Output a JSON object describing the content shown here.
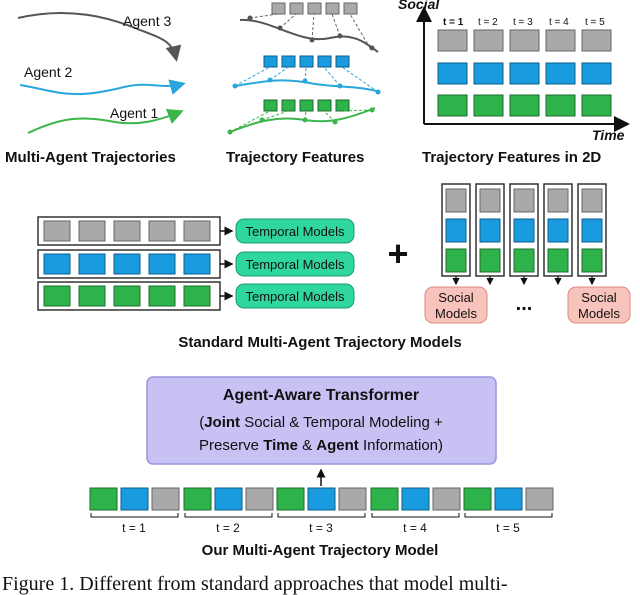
{
  "top": {
    "agents": [
      "Agent 3",
      "Agent 2",
      "Agent 1"
    ],
    "caption_trajectories": "Multi-Agent Trajectories",
    "caption_features": "Trajectory Features",
    "caption_2d": "Trajectory Features in 2D",
    "axis_social": "Social",
    "axis_time": "Time",
    "time_ticks": [
      "t = 1",
      "t = 2",
      "t = 3",
      "t = 4",
      "t = 5"
    ]
  },
  "middle": {
    "temporal_label": "Temporal Models",
    "plus": "+",
    "dots": "...",
    "social_line1": "Social",
    "social_line2": "Models",
    "caption": "Standard Multi-Agent Trajectory Models"
  },
  "bottom": {
    "box_title": "Agent-Aware Transformer",
    "line1_pre": "(",
    "line1_bold": "Joint",
    "line1_post": " Social & Temporal Modeling +",
    "line2_pre": "Preserve ",
    "line2_bold1": "Time",
    "line2_mid": " & ",
    "line2_bold2": "Agent",
    "line2_post": " Information)",
    "time_labels": [
      "t = 1",
      "t = 2",
      "t = 3",
      "t = 4",
      "t = 5"
    ],
    "caption": "Our Multi-Agent Trajectory Model"
  },
  "figure_caption": "Figure 1. Different from standard approaches that model multi-",
  "colors": {
    "gray": "#a9a9a9",
    "blue": "#1a9be0",
    "green": "#2eb24a",
    "temporal_fill": "#2fd6a0",
    "social_fill": "#f7c3bb",
    "transformer_fill": "#c8c2f4",
    "agent3_line": "#555555",
    "agent2_line": "#29a7dc",
    "agent1_line": "#3cb54a"
  }
}
